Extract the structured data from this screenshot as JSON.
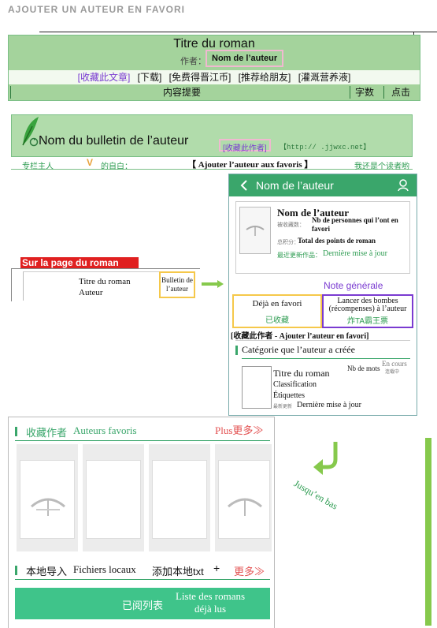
{
  "header": {
    "title": "AJOUTER UN AUTEUR EN FAVORI"
  },
  "section1": {
    "title": "Titre du roman",
    "author_label": "作者：",
    "author_name": "Nom de l’auteur",
    "links": [
      "[收藏此文章]",
      "[下载]",
      "[免费得晋江币]",
      "[推荐给朋友]",
      "[灌溉营养液]"
    ],
    "columns": {
      "summary": "内容提要",
      "words": "字数",
      "clicks": "点击"
    }
  },
  "section2": {
    "title": "Nom du bulletin de l’auteur",
    "collect_author": "[收藏此作者]",
    "url": "【http://      .jjwxc.net】",
    "owner_label": "专栏主人",
    "intro_label": "的自白：",
    "add_author": "【 Ajouter l’auteur aux favoris 】",
    "reader_note": "我还是个读者哟"
  },
  "section3": {
    "page_label": "Sur la page du roman",
    "novel_title": "Titre du roman",
    "novel_author": "Auteur",
    "bulletin_label": "Bulletin de l’auteur",
    "phone": {
      "header_title": "Nom de l’auteur",
      "author_name": "Nom de l’auteur",
      "favorites_label": "被收藏数：",
      "favorites_value": "Nb de personnes qui l’ont en favori",
      "points_label": "总积分：",
      "points_value": "Total des points de roman",
      "latest_label": "最近更新作品：",
      "latest_value": "Dernière mise à jour",
      "note_label": "Note générale",
      "btn_fav_fr": "Déjà en favori",
      "btn_fav_cn": "已收藏",
      "btn_bomb_fr": "Lancer des bombes (récompenses) à l’auteur",
      "btn_bomb_cn": "炸TA霸王票",
      "collect_line_cn": "[收藏此作者",
      "collect_line_fr": "- Ajouter l’auteur en favori]",
      "category_title": "Catégorie que l’auteur a créée",
      "status": "En cours",
      "status_cn": "连载中",
      "novel_title": "Titre du roman",
      "classification": "Classification",
      "tags": "Étiquettes",
      "words_label": "Nb de mots",
      "updated_label": "最新更新",
      "updated_value": "Dernière mise à jour"
    }
  },
  "arrow_label": "Jusqu’en bas",
  "section4": {
    "favorites_cn": "收藏作者",
    "favorites_fr": "Auteurs favoris",
    "more_fr": "Plus",
    "more_cn": "更多≫",
    "local_cn": "本地导入",
    "local_fr": "Fichiers locaux",
    "add_txt": "添加本地txt",
    "plus_sign": "+",
    "more2_cn": "更多≫",
    "read_list_cn": "已阅列表",
    "read_list_fr": "Liste des romans déjà lus"
  },
  "colors": {
    "green": "#3aa66b",
    "light_green": "#a4d39c",
    "pink_outline": "#f0b9d0",
    "yellow_outline": "#f5c84a",
    "purple_outline": "#7a3bd1"
  }
}
